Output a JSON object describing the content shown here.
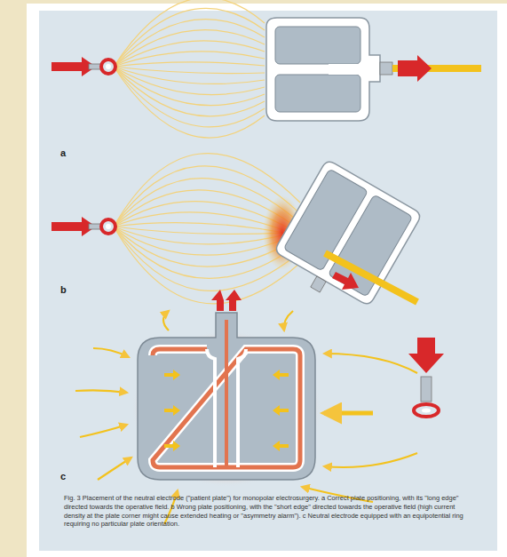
{
  "diagram": {
    "caption": "Fig. 3 Placement of the neutral electrode (\"patient plate\") for monopolar electrosurgery. a Correct plate positioning, with its \"long edge\" directed towards the operative field. b Wrong plate positioning, with the \"short edge\" directed towards the operative field (high current density at the plate corner might cause extended heating or \"asymmetry alarm\"). c Neutral electrode equipped with an equipotential ring requiring no particular plate orientation.",
    "labels": [
      "a",
      "b",
      "c"
    ]
  }
}
